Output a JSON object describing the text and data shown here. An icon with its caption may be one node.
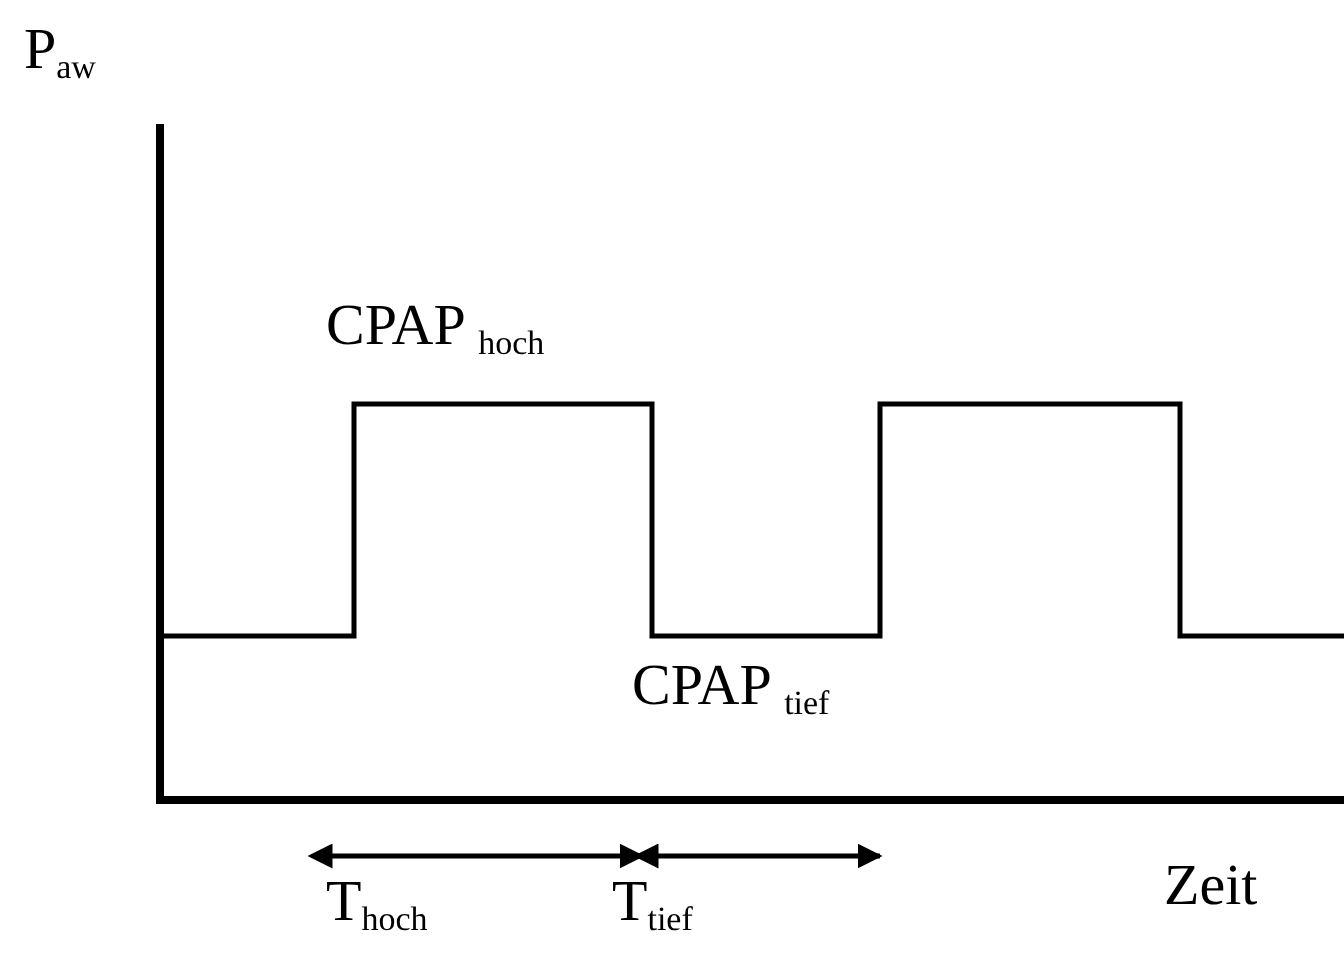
{
  "diagram": {
    "labels": [
      "P$_{aw}$",
      "CPAP $_{hoch}$",
      "CPAP $_{tief}$",
      "T$_{hoch}$",
      "T$_{tief}$",
      "Zeit"
    ]
  }
}
